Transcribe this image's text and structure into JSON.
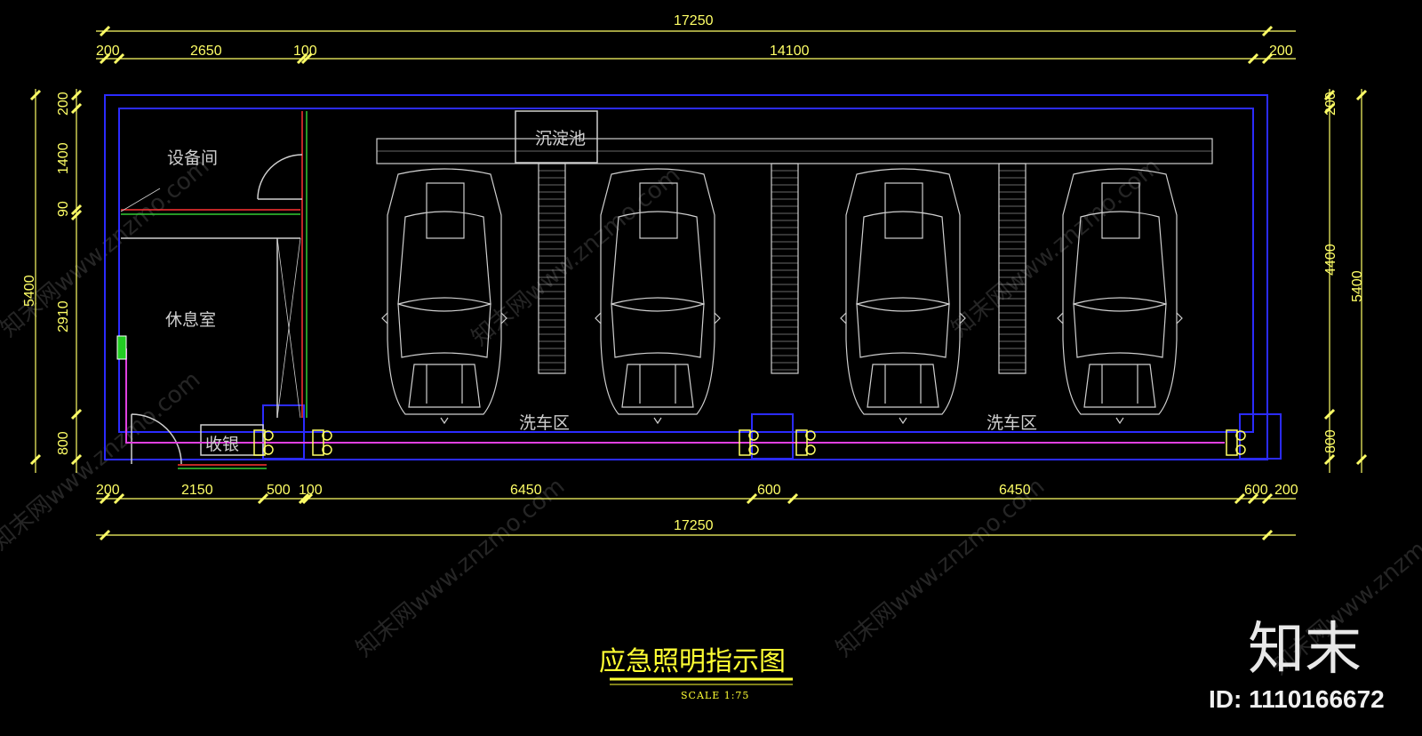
{
  "drawing": {
    "title": "应急照明指示图",
    "scale": "SCALE 1:75"
  },
  "dimensions": {
    "top_overall": "17250",
    "top": [
      "200",
      "2650",
      "100",
      "14100",
      "200"
    ],
    "bottom": [
      "200",
      "2150",
      "500",
      "100",
      "6450",
      "600",
      "6450",
      "600",
      "200"
    ],
    "bottom_overall": "17250",
    "left_overall": "5400",
    "left": [
      "200",
      "1400",
      "90",
      "2910",
      "800"
    ],
    "right": [
      "200",
      "4400",
      "800"
    ],
    "right_overall": "5400"
  },
  "rooms": {
    "equipment": "设备间",
    "lounge": "休息室",
    "cashier": "收银",
    "sediment": "沉淀池",
    "wash_left": "洗车区",
    "wash_right": "洗车区"
  },
  "watermark": {
    "text": "知末网www.znzmo.com",
    "brand": "知末",
    "id": "ID: 1110166672"
  },
  "colors": {
    "background": "#000000",
    "dimension": "#ffff66",
    "wall": "#2b2bff",
    "emergency_circuit": "#e040e0",
    "exit_sign": "#22cc22",
    "car_outline": "#cfcfcf"
  }
}
